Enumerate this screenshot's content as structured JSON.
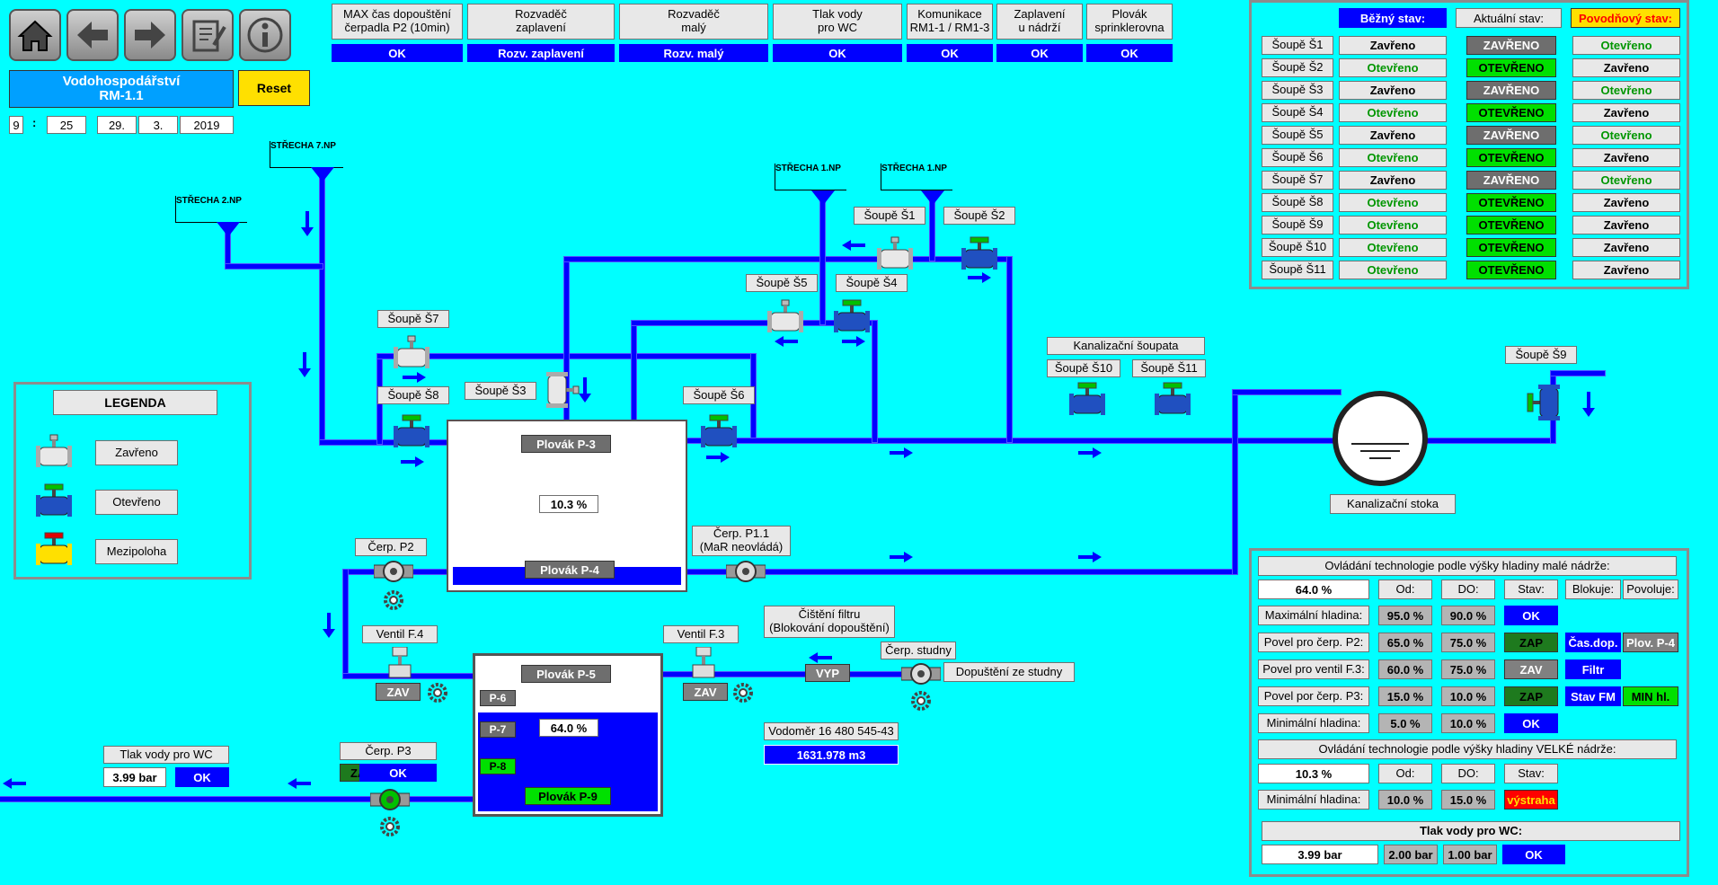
{
  "header": {
    "title": "Vodohospodářství\nRM-1.1",
    "reset": "Reset",
    "time": {
      "hour": "9",
      "sep1": ":",
      "minute": "25",
      "day": "29.",
      "month": "3.",
      "year": "2019"
    }
  },
  "status_boxes": [
    {
      "label": "MAX čas dopouštění\nčerpadla P2 (10min)",
      "value": "OK"
    },
    {
      "label": "Rozvaděč\nzaplavení",
      "value": "Rozv. zaplavení"
    },
    {
      "label": "Rozvaděč\nmalý",
      "value": "Rozv. malý"
    },
    {
      "label": "Tlak vody\npro WC",
      "value": "OK"
    },
    {
      "label": "Komunikace\nRM1-1 / RM1-3",
      "value": "OK"
    },
    {
      "label": "Zaplavení\nu nádrží",
      "value": "OK"
    },
    {
      "label": "Plovák\nsprinklerovna",
      "value": "OK"
    }
  ],
  "state_table": {
    "h_normal": "Běžný stav:",
    "h_actual": "Aktuální stav:",
    "h_flood": "Povodňový stav:",
    "rows": [
      {
        "name": "Šoupě Š1",
        "normal": "Zavřeno",
        "actual": "ZAVŘENO",
        "flood": "Otevřeno"
      },
      {
        "name": "Šoupě Š2",
        "normal": "Otevřeno",
        "actual": "OTEVŘENO",
        "flood": "Zavřeno"
      },
      {
        "name": "Šoupě Š3",
        "normal": "Zavřeno",
        "actual": "ZAVŘENO",
        "flood": "Otevřeno"
      },
      {
        "name": "Šoupě Š4",
        "normal": "Otevřeno",
        "actual": "OTEVŘENO",
        "flood": "Zavřeno"
      },
      {
        "name": "Šoupě Š5",
        "normal": "Zavřeno",
        "actual": "ZAVŘENO",
        "flood": "Otevřeno"
      },
      {
        "name": "Šoupě Š6",
        "normal": "Otevřeno",
        "actual": "OTEVŘENO",
        "flood": "Zavřeno"
      },
      {
        "name": "Šoupě Š7",
        "normal": "Zavřeno",
        "actual": "ZAVŘENO",
        "flood": "Otevřeno"
      },
      {
        "name": "Šoupě Š8",
        "normal": "Otevřeno",
        "actual": "OTEVŘENO",
        "flood": "Zavřeno"
      },
      {
        "name": "Šoupě Š9",
        "normal": "Otevřeno",
        "actual": "OTEVŘENO",
        "flood": "Zavřeno"
      },
      {
        "name": "Šoupě Š10",
        "normal": "Otevřeno",
        "actual": "OTEVŘENO",
        "flood": "Zavřeno"
      },
      {
        "name": "Šoupě Š11",
        "normal": "Otevřeno",
        "actual": "OTEVŘENO",
        "flood": "Zavřeno"
      }
    ]
  },
  "legend": {
    "title": "LEGENDA",
    "closed": "Zavřeno",
    "open": "Otevřeno",
    "mid": "Mezipoloha"
  },
  "roofs": {
    "r7": "STŘECHA 7.NP",
    "r2": "STŘECHA 2.NP",
    "r1a": "STŘECHA 1.NP",
    "r1b": "STŘECHA 1.NP"
  },
  "valves": {
    "s1": "Šoupě Š1",
    "s2": "Šoupě Š2",
    "s3": "Šoupě Š3",
    "s4": "Šoupě Š4",
    "s5": "Šoupě Š5",
    "s6": "Šoupě Š6",
    "s7": "Šoupě Š7",
    "s8": "Šoupě Š8",
    "s9": "Šoupě Š9",
    "s10": "Šoupě Š10",
    "s11": "Šoupě Š11"
  },
  "kan_soupata": "Kanalizační šoupata",
  "kan_stoka": "Kanalizační stoka",
  "tank_big": {
    "p3": "Plovák P-3",
    "level": "10.3 %",
    "p4": "Plovák P-4"
  },
  "tank_small": {
    "p5": "Plovák P-5",
    "p6": "P-6",
    "p7": "P-7",
    "level": "64.0 %",
    "p8": "P-8",
    "p9": "Plovák P-9"
  },
  "pumps": {
    "p2": "Čerp. P2",
    "p11": "Čerp. P1.1\n(MaR neovládá)",
    "p3": "Čerp. P3",
    "p3_state": "ZAP",
    "p3_ok": "OK",
    "well": "Čerp. studny",
    "well_label": "Dopuštění ze studny"
  },
  "ventils": {
    "f4": "Ventil F.4",
    "f4_state": "ZAV",
    "f3": "Ventil F.3",
    "f3_state": "ZAV",
    "filter": "Čištění filtru\n(Blokování dopouštění)",
    "filter_state": "VYP"
  },
  "wc": {
    "label": "Tlak vody pro WC",
    "value": "3.99 bar",
    "state": "OK"
  },
  "meter": {
    "label": "Vodoměr 16 480 545-43",
    "value": "1631.978 m3"
  },
  "ctrl_small": {
    "title": "Ovládání technologie podle výšky hladiny malé nádrže:",
    "level": "64.0 %",
    "od": "Od:",
    "do": "DO:",
    "stav": "Stav:",
    "blok": "Blokuje:",
    "povol": "Povoluje:",
    "rows": [
      {
        "label": "Maximální hladina:",
        "od": "95.0 %",
        "do": "90.0 %",
        "state": "OK",
        "b": "",
        "p": ""
      },
      {
        "label": "Povel pro čerp. P2:",
        "od": "65.0 %",
        "do": "75.0 %",
        "state": "ZAP",
        "b": "Čas.dop.",
        "p": "Plov. P-4"
      },
      {
        "label": "Povel pro ventil F.3:",
        "od": "60.0 %",
        "do": "75.0 %",
        "state": "ZAV",
        "b": "Filtr",
        "p": ""
      },
      {
        "label": "Povel por čerp. P3:",
        "od": "15.0 %",
        "do": "10.0 %",
        "state": "ZAP",
        "b": "Stav FM",
        "p": "MIN hl."
      },
      {
        "label": "Minimální hladina:",
        "od": "5.0 %",
        "do": "10.0 %",
        "state": "OK",
        "b": "",
        "p": ""
      }
    ]
  },
  "ctrl_big": {
    "title": "Ovládání technologie podle výšky hladiny VELKÉ nádrže:",
    "level": "10.3 %",
    "od": "Od:",
    "do": "DO:",
    "stav": "Stav:",
    "row": {
      "label": "Minimální hladina:",
      "od": "10.0 %",
      "do": "15.0 %",
      "state": "výstraha"
    }
  },
  "ctrl_wc": {
    "title": "Tlak vody pro WC:",
    "value": "3.99 bar",
    "v1": "2.00 bar",
    "v2": "1.00 bar",
    "state": "OK"
  },
  "colors": {
    "bg": "#00ffff",
    "pipe": "#0000ff",
    "open": "#00e000",
    "closed": "#6e6e6e",
    "warn": "#ff0000",
    "yellow": "#ffe000"
  }
}
